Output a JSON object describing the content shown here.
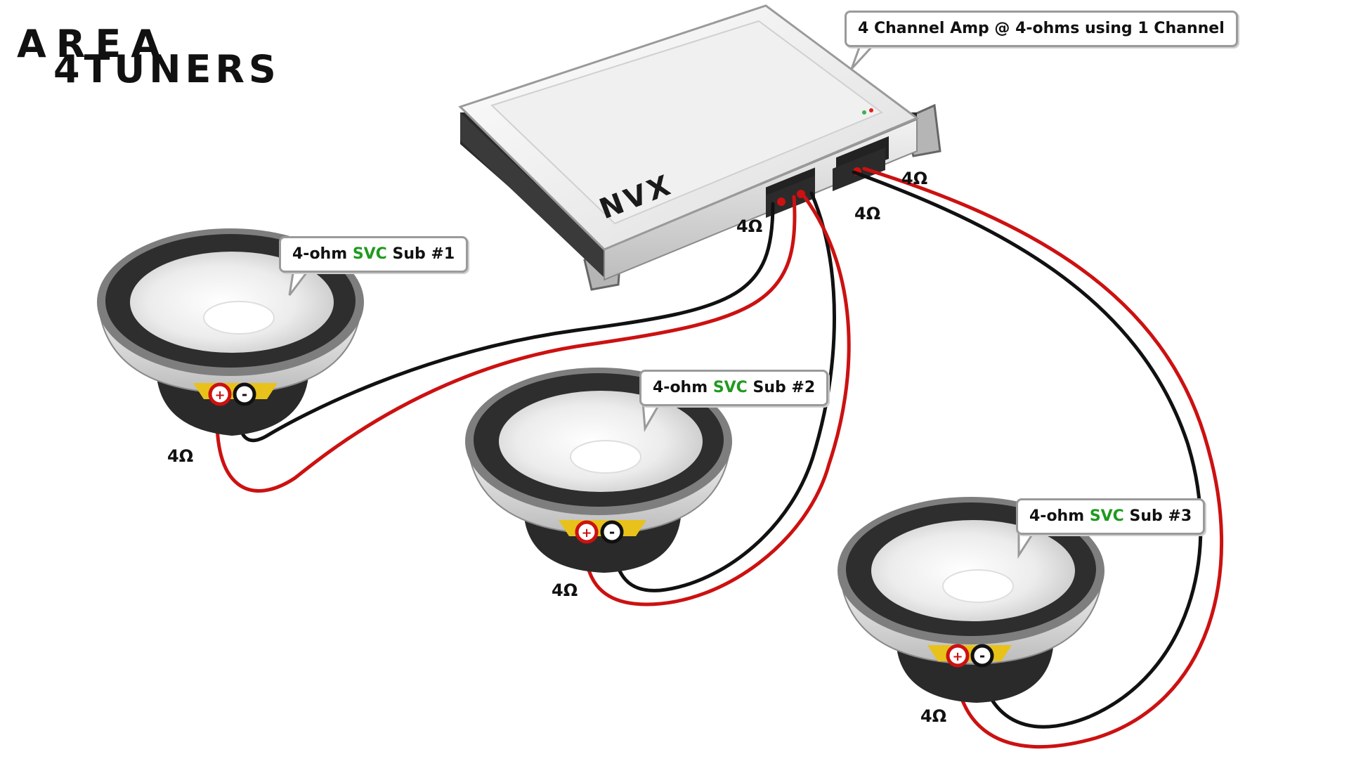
{
  "logo": {
    "line1": "AREA",
    "line2": "4TUNERS"
  },
  "amp": {
    "brand": "NVX",
    "callout": "4 Channel Amp  @ 4-ohms using 1 Channel",
    "terminal_labels": [
      "4Ω",
      "4Ω",
      "4Ω"
    ]
  },
  "subs": [
    {
      "callout_pre": "4-ohm ",
      "callout_hl": "SVC",
      "callout_post": " Sub #1",
      "impedance": "4Ω"
    },
    {
      "callout_pre": "4-ohm ",
      "callout_hl": "SVC",
      "callout_post": " Sub #2",
      "impedance": "4Ω"
    },
    {
      "callout_pre": "4-ohm ",
      "callout_hl": "SVC",
      "callout_post": " Sub #3",
      "impedance": "4Ω"
    }
  ],
  "terminal_symbols": {
    "positive": "+",
    "negative": "-"
  },
  "colors": {
    "wire_positive": "#cc1111",
    "wire_negative": "#111111",
    "svc_highlight": "#1f9a1f",
    "terminal_gold": "#e8c21a"
  }
}
